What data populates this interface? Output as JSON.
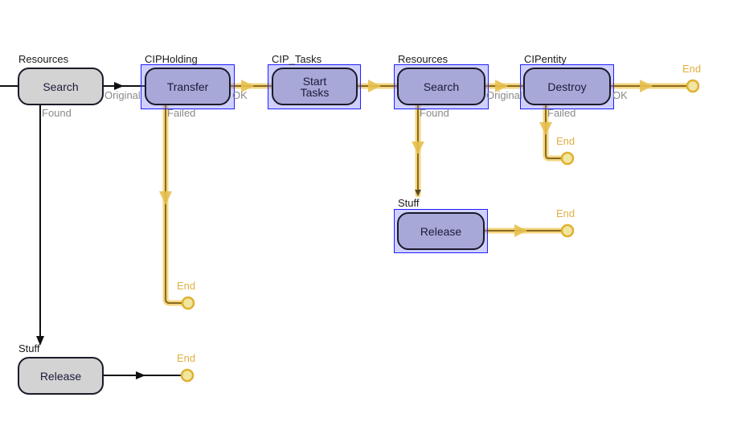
{
  "colors": {
    "active_path": "#e0b030",
    "active_path_core": "#8a6a20",
    "inactive_path": "#111111",
    "selected_block_fill": "#a8a8d8",
    "unselected_block_fill": "#d3d3d3",
    "selection_border": "#2020ff",
    "end_fill": "#f0e6a0",
    "end_stroke": "#e0b030"
  },
  "blocks": [
    {
      "id": "search1",
      "resource": "Resources",
      "label": "Search",
      "selected": false
    },
    {
      "id": "transfer",
      "resource": "CIPHolding",
      "label": "Transfer",
      "selected": true
    },
    {
      "id": "starttasks",
      "resource": "CIP_Tasks",
      "label": "Start\nTasks",
      "selected": true
    },
    {
      "id": "search2",
      "resource": "Resources",
      "label": "Search",
      "selected": true
    },
    {
      "id": "destroy",
      "resource": "CIPentity",
      "label": "Destroy",
      "selected": true
    },
    {
      "id": "release2",
      "resource": "Stuff",
      "label": "Release",
      "selected": true
    },
    {
      "id": "release1",
      "resource": "Stuff",
      "label": "Release",
      "selected": false
    }
  ],
  "ports": {
    "search1_original": "Original",
    "search1_found": "Found",
    "transfer_ok": "OK",
    "transfer_failed": "Failed",
    "search2_original": "Original",
    "search2_found": "Found",
    "destroy_ok": "OK",
    "destroy_failed": "Failed"
  },
  "ends": {
    "destroy_ok_end": "End",
    "destroy_failed_end": "End",
    "transfer_failed_end": "End",
    "release2_end": "End",
    "release1_end": "End"
  }
}
